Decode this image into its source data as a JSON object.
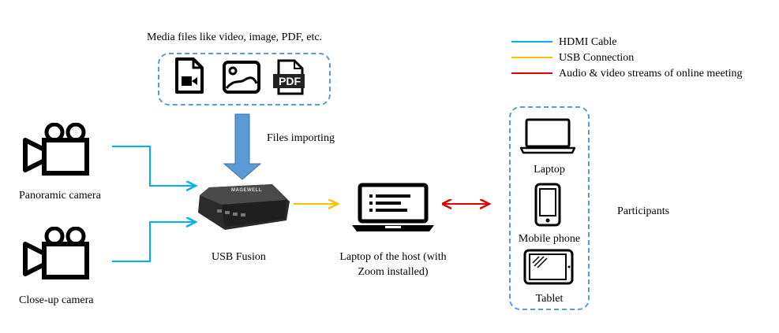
{
  "media": {
    "title": "Media files like video, image, PDF, etc.",
    "pdf_badge": "PDF",
    "icons": [
      "video-file-icon",
      "image-file-icon",
      "pdf-file-icon"
    ]
  },
  "legend": {
    "items": [
      {
        "label": "HDMI Cable",
        "color": "#00b0f0"
      },
      {
        "label": "USB Connection",
        "color": "#ffc000"
      },
      {
        "label": "Audio & video streams of online meeting",
        "color": "#e00000"
      }
    ]
  },
  "import_label": "Files importing",
  "cameras": {
    "panoramic": "Panoramic camera",
    "closeup": "Close-up camera"
  },
  "device": {
    "name": "USB Fusion",
    "brand": "MAGEWELL"
  },
  "host": {
    "line1": "Laptop of the host (with",
    "line2": "Zoom installed)"
  },
  "participants": {
    "title": "Participants",
    "laptop": "Laptop",
    "phone": "Mobile phone",
    "tablet": "Tablet"
  },
  "colors": {
    "hdmi": "#00b0f0",
    "usb": "#ffc000",
    "stream": "#e00000",
    "dashed_box": "#5b9bd5",
    "import_arrow": "#5b9bd5",
    "icon": "#000000"
  }
}
